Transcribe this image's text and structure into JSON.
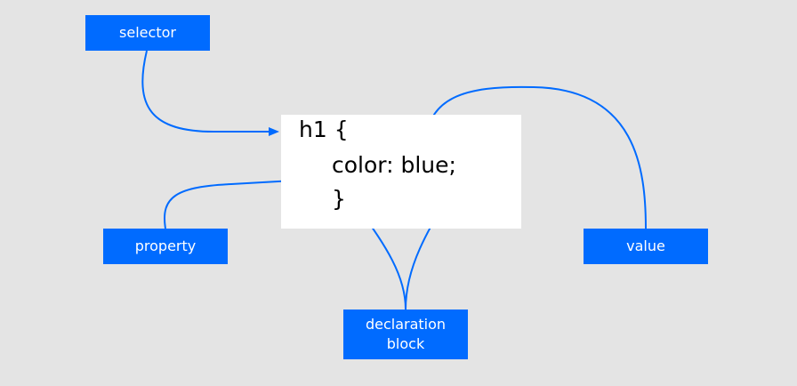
{
  "colors": {
    "background": "#e4e4e4",
    "accent": "#006bff",
    "code_background": "#ffffff",
    "text": "#000000"
  },
  "labels": {
    "selector": "selector",
    "property": "property",
    "value": "value",
    "declaration_block_line1": "declaration",
    "declaration_block_line2": "block"
  },
  "code": {
    "line1": "h1 {",
    "line2": "color: blue;",
    "line3": "}"
  }
}
